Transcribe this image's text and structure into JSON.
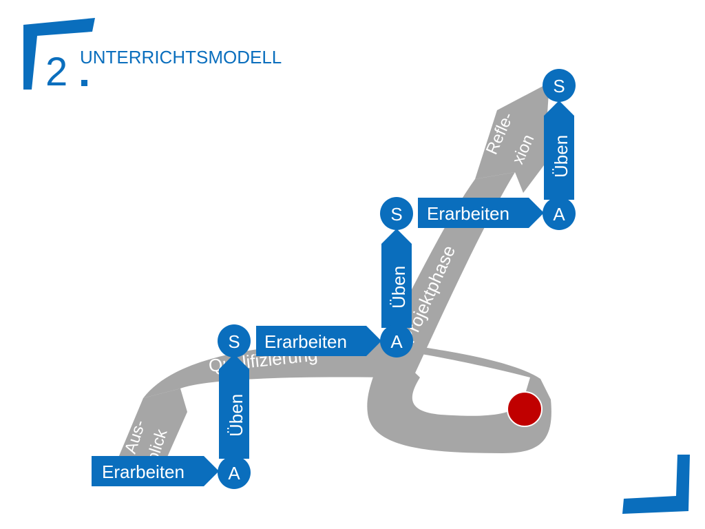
{
  "header": {
    "number": "2",
    "title": "UNTERRICHTSMODELL"
  },
  "phases": {
    "ausblick_line1": "Aus-",
    "ausblick_line2": "blick",
    "qualifizierung": "Qualifizierung",
    "projektphase": "Projektphase",
    "reflexion_line1": "Refle-",
    "reflexion_line2": "xion"
  },
  "steps": {
    "erarbeiten_1": "Erarbeiten",
    "a_1": "A",
    "ueben_1": "Üben",
    "s_1": "S",
    "erarbeiten_2": "Erarbeiten",
    "a_2": "A",
    "ueben_2": "Üben",
    "s_2": "S",
    "erarbeiten_3": "Erarbeiten",
    "a_3": "A",
    "ueben_3": "Üben",
    "s_3": "S"
  },
  "colors": {
    "brand_blue": "#0a6ebd",
    "path_gray": "#a6a6a6",
    "end_marker": "#c00000"
  }
}
